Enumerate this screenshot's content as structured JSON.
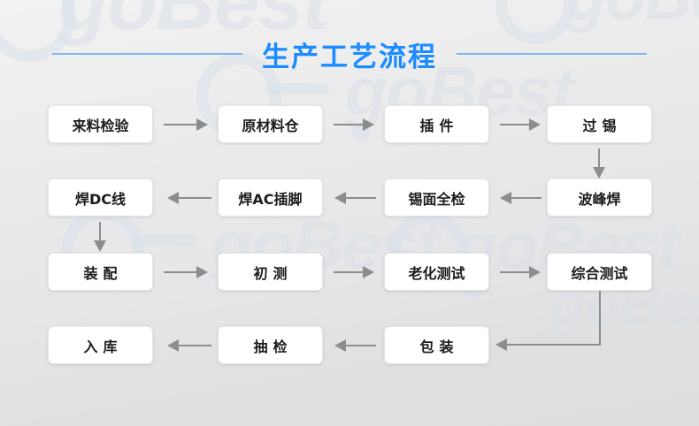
{
  "title": {
    "text": "生产工艺流程",
    "color": "#1b8cff",
    "rule_color": "#7fb8f0"
  },
  "background": {
    "color_top": "#f2f2f3",
    "color_bottom": "#dededf",
    "watermark_text": "goBest"
  },
  "arrow_color": "#8d8d8d",
  "node_bg": "#ffffff",
  "node_text_color": "#1c1c1c",
  "flow": {
    "rows": [
      {
        "direction": "left-to-right",
        "nodes": [
          {
            "label": "来料检验",
            "spaced": false
          },
          {
            "label": "原材料仓",
            "spaced": false
          },
          {
            "label": "插件",
            "spaced": true
          },
          {
            "label": "过锡",
            "spaced": true
          }
        ]
      },
      {
        "direction": "right-to-left",
        "nodes": [
          {
            "label": "焊DC线",
            "spaced": false
          },
          {
            "label": "焊AC插脚",
            "spaced": false
          },
          {
            "label": "锡面全检",
            "spaced": false
          },
          {
            "label": "波峰焊",
            "spaced": false
          }
        ]
      },
      {
        "direction": "left-to-right",
        "nodes": [
          {
            "label": "装配",
            "spaced": true
          },
          {
            "label": "初测",
            "spaced": true
          },
          {
            "label": "老化测试",
            "spaced": false
          },
          {
            "label": "综合测试",
            "spaced": false
          }
        ]
      },
      {
        "direction": "right-to-left",
        "nodes": [
          {
            "label": "入库",
            "spaced": true
          },
          {
            "label": "抽检",
            "spaced": true
          },
          {
            "label": "包装",
            "spaced": true
          }
        ]
      }
    ],
    "connectors": [
      {
        "name": "guoxi-to-bofenghan",
        "type": "down",
        "from": "过锡",
        "to": "波峰焊"
      },
      {
        "name": "handcline-to-zhuangpei",
        "type": "down",
        "from": "焊DC线",
        "to": "装配"
      },
      {
        "name": "zongheceshi-to-baozhuang",
        "type": "elbow",
        "from": "综合测试",
        "to": "包装"
      }
    ]
  }
}
